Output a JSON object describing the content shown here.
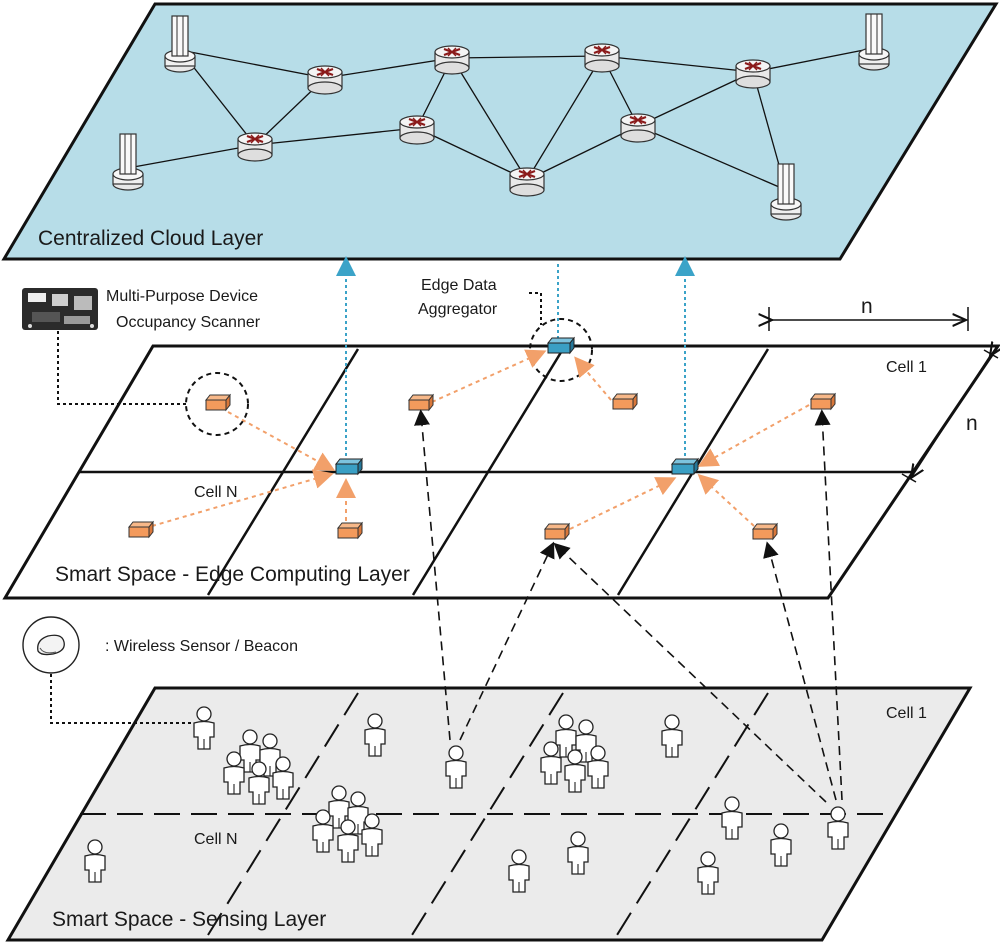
{
  "layers": {
    "cloud": {
      "label": "Centralized Cloud Layer",
      "fill": "#b7dde8"
    },
    "edge": {
      "label": "Smart Space - Edge Computing Layer",
      "fill": "#ffffff"
    },
    "sensing": {
      "label": "Smart Space - Sensing Layer",
      "fill": "#ebebeb"
    }
  },
  "cells": {
    "edge_cell_1": "Cell 1",
    "edge_cell_n": "Cell N",
    "sensing_cell_1": "Cell 1",
    "sensing_cell_n": "Cell N"
  },
  "dimension": {
    "width_label": "n",
    "depth_label": "n"
  },
  "legend": {
    "device_line1": "Multi-Purpose Device",
    "device_line2": "Occupancy Scanner",
    "aggregator_line1": "Edge Data",
    "aggregator_line2": "Aggregator",
    "sensor": ": Wireless Sensor / Beacon"
  },
  "colors": {
    "scanner": "#f39a5c",
    "aggregator": "#3a9fc4",
    "uplink": "#3ba3c8",
    "edge_link": "#f2a06a",
    "outline": "#111111"
  }
}
